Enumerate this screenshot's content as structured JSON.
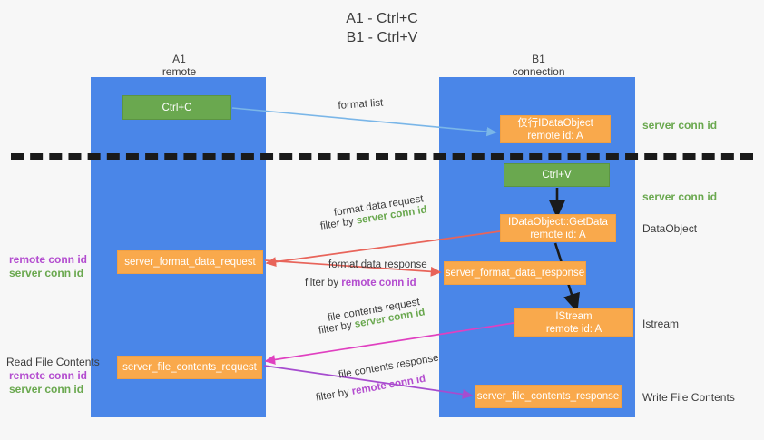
{
  "title": {
    "line1": "A1 - Ctrl+C",
    "line2": "B1 - Ctrl+V"
  },
  "columns": [
    {
      "name": "A1",
      "sub": "remote"
    },
    {
      "name": "B1",
      "sub": "connection"
    }
  ],
  "boxes": {
    "ctrl_c": "Ctrl+C",
    "idataobject": {
      "line1": "仅行IDataObject",
      "line2": "remote id: A"
    },
    "ctrl_v": "Ctrl+V",
    "getdata": {
      "line1": "IDataObject::GetData",
      "line2": "remote id: A"
    },
    "format_data_request": "server_format_data_request",
    "format_data_response": "server_format_data_response",
    "istream": {
      "line1": "IStream",
      "line2": "remote id: A"
    },
    "file_contents_request": "server_file_contents_request",
    "file_contents_response": "server_file_contents_response"
  },
  "edge_labels": {
    "format_list": "format list",
    "format_data_request": "format data request",
    "format_data_request_filter_prefix": "filter by ",
    "format_data_request_filter_value": "server conn id",
    "format_data_response": "format data response",
    "format_data_response_filter_prefix": "filter by ",
    "format_data_response_filter_value": "remote conn id",
    "file_contents_request": "file contents request",
    "file_contents_request_filter_prefix": "filter by ",
    "file_contents_request_filter_value": "server conn id",
    "file_contents_response": "file contents response",
    "file_contents_response_filter_prefix": "filter by ",
    "file_contents_response_filter_value": "remote conn id"
  },
  "side_labels": {
    "server_conn_id_top": "server conn id",
    "server_conn_id_mid": "server conn id",
    "dataobject": "DataObject",
    "istream": "Istream",
    "write_file_contents": "Write File Contents"
  },
  "left_notes": {
    "note1": {
      "remote": "remote conn id",
      "server": "server conn id"
    },
    "note2": {
      "heading": "Read File Contents",
      "remote": "remote conn id",
      "server": "server conn id"
    }
  },
  "colors": {
    "lane": "#4a86e8",
    "green_box": "#6aa84f",
    "orange_box": "#f9a94c",
    "remote_conn_id": "#b34ccf",
    "server_conn_id": "#6aa84f",
    "arrow_blue": "#7ab6e8",
    "arrow_red": "#e8645a",
    "arrow_magenta": "#e040c0",
    "arrow_purple": "#a64ccf",
    "arrow_black": "#1a1a1a",
    "separator": "#1a1a1a",
    "background": "#f7f7f7"
  }
}
